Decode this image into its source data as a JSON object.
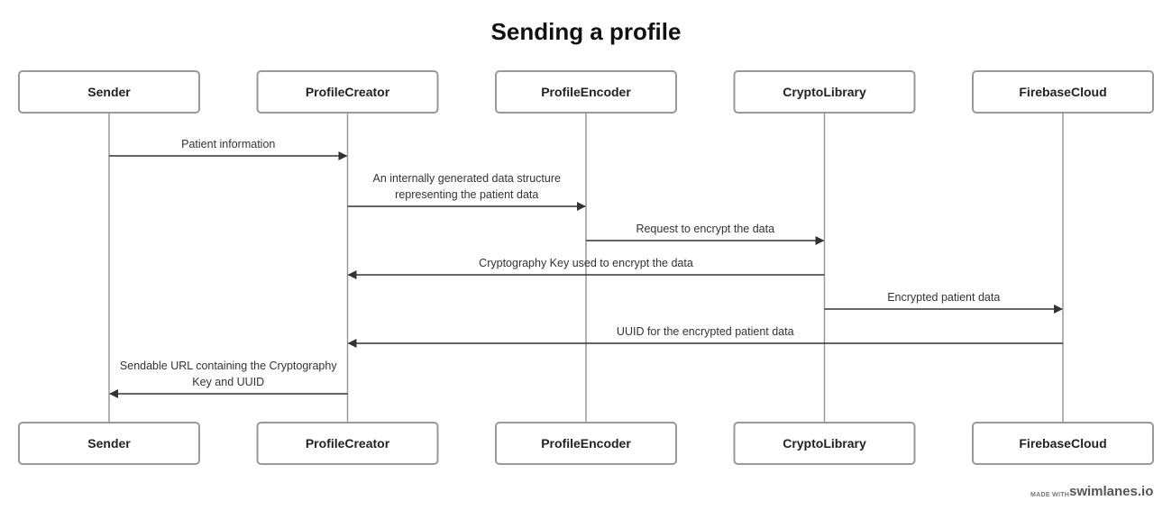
{
  "title": "Sending a profile",
  "participants": [
    {
      "id": "sender",
      "label": "Sender"
    },
    {
      "id": "profilecreator",
      "label": "ProfileCreator"
    },
    {
      "id": "profileencoder",
      "label": "ProfileEncoder"
    },
    {
      "id": "cryptolibrary",
      "label": "CryptoLibrary"
    },
    {
      "id": "firebasecloud",
      "label": "FirebaseCloud"
    }
  ],
  "messages": [
    {
      "from": "sender",
      "to": "profilecreator",
      "lines": [
        "Patient information"
      ]
    },
    {
      "from": "profilecreator",
      "to": "profileencoder",
      "lines": [
        "An internally generated data structure",
        "representing the patient data"
      ]
    },
    {
      "from": "profileencoder",
      "to": "cryptolibrary",
      "lines": [
        "Request to encrypt the data"
      ]
    },
    {
      "from": "cryptolibrary",
      "to": "profilecreator",
      "lines": [
        "Cryptography Key used to encrypt the data"
      ]
    },
    {
      "from": "cryptolibrary",
      "to": "firebasecloud",
      "lines": [
        "Encrypted patient data"
      ]
    },
    {
      "from": "firebasecloud",
      "to": "profilecreator",
      "lines": [
        "UUID for the encrypted patient data"
      ]
    },
    {
      "from": "profilecreator",
      "to": "sender",
      "lines": [
        "Sendable URL containing the Cryptography",
        "Key and UUID"
      ]
    }
  ],
  "footer": {
    "made_with": "MADE WITH",
    "brand": "swimlanes.io"
  },
  "colors": {
    "box_border": "#999999",
    "lifeline": "#999999",
    "arrow": "#333333"
  }
}
